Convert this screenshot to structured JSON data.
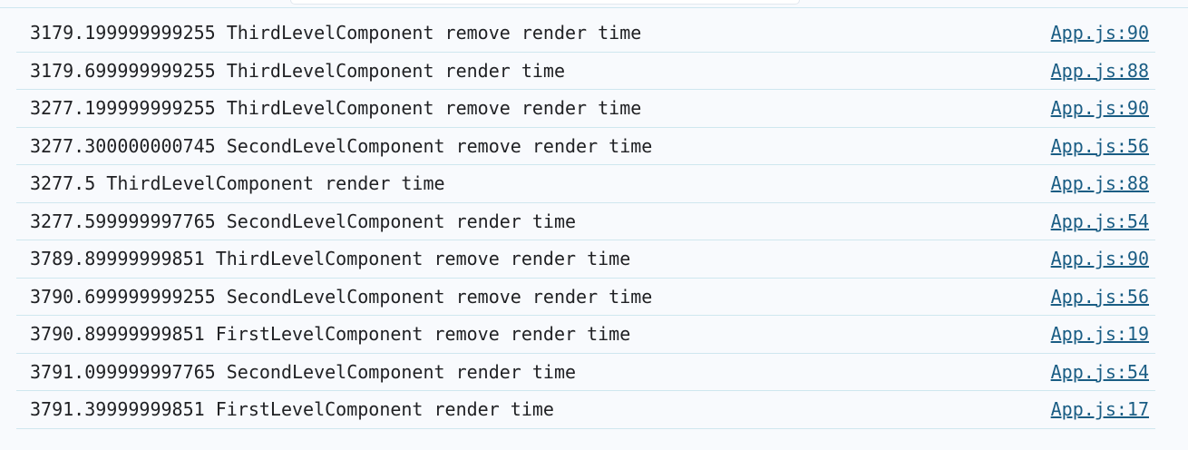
{
  "console": {
    "rows": [
      {
        "message": "3179.199999999255 ThirdLevelComponent remove render time",
        "source": "App.js:90"
      },
      {
        "message": "3179.699999999255 ThirdLevelComponent render time",
        "source": "App.js:88"
      },
      {
        "message": "3277.199999999255 ThirdLevelComponent remove render time",
        "source": "App.js:90"
      },
      {
        "message": "3277.300000000745 SecondLevelComponent remove render time",
        "source": "App.js:56"
      },
      {
        "message": "3277.5 ThirdLevelComponent render time",
        "source": "App.js:88"
      },
      {
        "message": "3277.599999997765 SecondLevelComponent render time",
        "source": "App.js:54"
      },
      {
        "message": "3789.89999999851 ThirdLevelComponent remove render time",
        "source": "App.js:90"
      },
      {
        "message": "3790.699999999255 SecondLevelComponent remove render time",
        "source": "App.js:56"
      },
      {
        "message": "3790.89999999851 FirstLevelComponent remove render time",
        "source": "App.js:19"
      },
      {
        "message": "3791.099999997765 SecondLevelComponent render time",
        "source": "App.js:54"
      },
      {
        "message": "3791.39999999851 FirstLevelComponent render time",
        "source": "App.js:17"
      }
    ]
  }
}
